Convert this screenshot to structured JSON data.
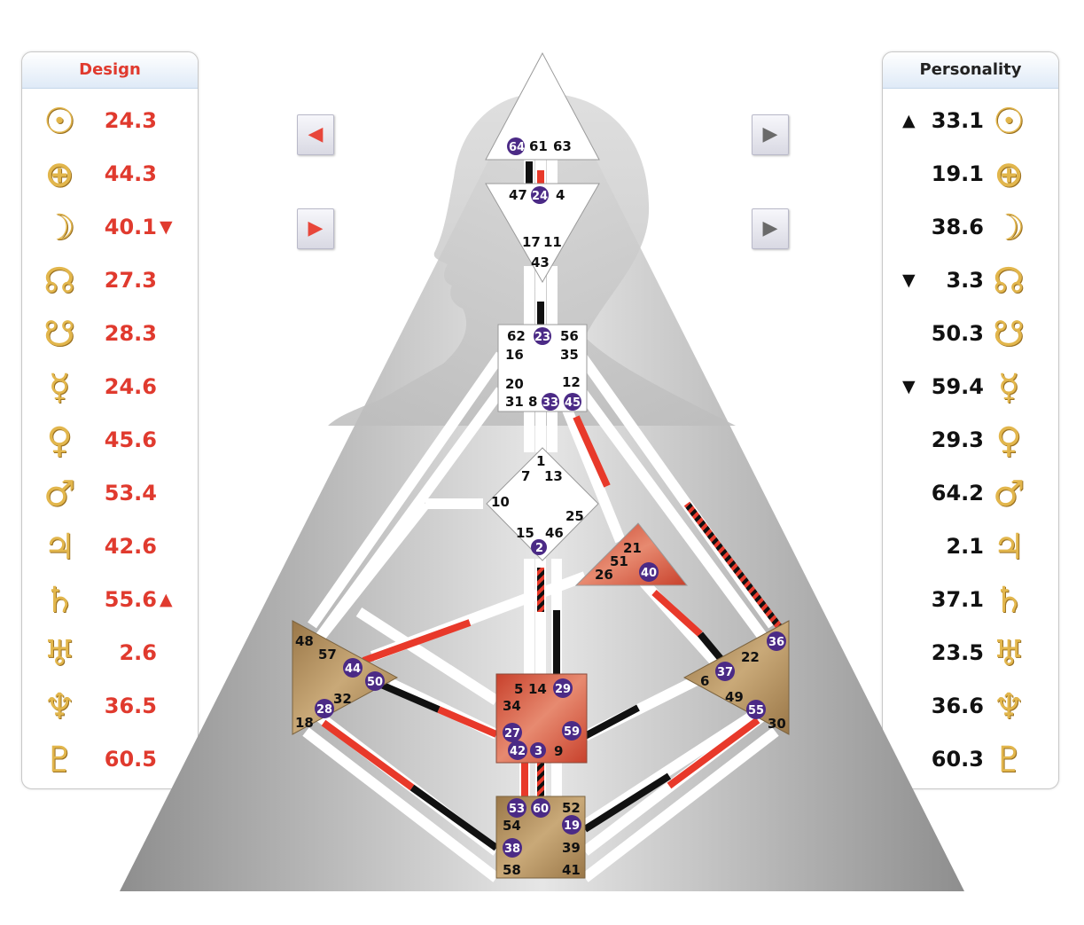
{
  "design": {
    "title": "Design",
    "rows": [
      {
        "icon": "sun-icon",
        "glyph": "☉",
        "value": "24.3",
        "arrow": ""
      },
      {
        "icon": "earth-icon",
        "glyph": "⊕",
        "value": "44.3",
        "arrow": ""
      },
      {
        "icon": "moon-icon",
        "glyph": "☽",
        "value": "40.1",
        "arrow": "▼"
      },
      {
        "icon": "north-node-icon",
        "glyph": "☊",
        "value": "27.3",
        "arrow": ""
      },
      {
        "icon": "south-node-icon",
        "glyph": "☋",
        "value": "28.3",
        "arrow": ""
      },
      {
        "icon": "mercury-icon",
        "glyph": "☿",
        "value": "24.6",
        "arrow": ""
      },
      {
        "icon": "venus-icon",
        "glyph": "♀",
        "value": "45.6",
        "arrow": ""
      },
      {
        "icon": "mars-icon",
        "glyph": "♂",
        "value": "53.4",
        "arrow": ""
      },
      {
        "icon": "jupiter-icon",
        "glyph": "♃",
        "value": "42.6",
        "arrow": ""
      },
      {
        "icon": "saturn-icon",
        "glyph": "♄",
        "value": "55.6",
        "arrow": "▲"
      },
      {
        "icon": "uranus-icon",
        "glyph": "♅",
        "value": "2.6",
        "arrow": ""
      },
      {
        "icon": "neptune-icon",
        "glyph": "♆",
        "value": "36.5",
        "arrow": ""
      },
      {
        "icon": "pluto-icon",
        "glyph": "♇",
        "value": "60.5",
        "arrow": ""
      }
    ]
  },
  "personality": {
    "title": "Personality",
    "rows": [
      {
        "icon": "sun-icon",
        "glyph": "☉",
        "value": "33.1",
        "arrow": "▲"
      },
      {
        "icon": "earth-icon",
        "glyph": "⊕",
        "value": "19.1",
        "arrow": ""
      },
      {
        "icon": "moon-icon",
        "glyph": "☽",
        "value": "38.6",
        "arrow": ""
      },
      {
        "icon": "north-node-icon",
        "glyph": "☊",
        "value": "3.3",
        "arrow": "▼"
      },
      {
        "icon": "south-node-icon",
        "glyph": "☋",
        "value": "50.3",
        "arrow": ""
      },
      {
        "icon": "mercury-icon",
        "glyph": "☿",
        "value": "59.4",
        "arrow": "▼"
      },
      {
        "icon": "venus-icon",
        "glyph": "♀",
        "value": "29.3",
        "arrow": ""
      },
      {
        "icon": "mars-icon",
        "glyph": "♂",
        "value": "64.2",
        "arrow": ""
      },
      {
        "icon": "jupiter-icon",
        "glyph": "♃",
        "value": "2.1",
        "arrow": ""
      },
      {
        "icon": "saturn-icon",
        "glyph": "♄",
        "value": "37.1",
        "arrow": ""
      },
      {
        "icon": "uranus-icon",
        "glyph": "♅",
        "value": "23.5",
        "arrow": ""
      },
      {
        "icon": "neptune-icon",
        "glyph": "♆",
        "value": "36.6",
        "arrow": ""
      },
      {
        "icon": "pluto-icon",
        "glyph": "♇",
        "value": "60.3",
        "arrow": ""
      }
    ]
  },
  "nav": {
    "design_prev": {
      "icon": "arrow-left-icon",
      "glyph": "◀",
      "color": "#e8463a"
    },
    "design_next": {
      "icon": "arrow-right-icon",
      "glyph": "▶",
      "color": "#e8463a"
    },
    "personality_prev": {
      "icon": "arrow-right-icon",
      "glyph": "▶",
      "color": "#6a6a6a"
    },
    "personality_next": {
      "icon": "arrow-right-icon",
      "glyph": "▶",
      "color": "#6a6a6a"
    }
  },
  "colors": {
    "design": "#e03a2e",
    "personality": "#111111",
    "gate_badge": "#4b2a86",
    "defined_center": "#d9553f",
    "motor_center": "#b08f5b"
  },
  "gates": {
    "head": [
      "64",
      "61",
      "63"
    ],
    "ajna": [
      "47",
      "24",
      "4",
      "17",
      "11",
      "43"
    ],
    "throat": [
      "62",
      "23",
      "56",
      "16",
      "35",
      "20",
      "12",
      "31",
      "8",
      "33",
      "45"
    ],
    "g": [
      "1",
      "7",
      "13",
      "10",
      "25",
      "15",
      "46",
      "2"
    ],
    "ego": [
      "21",
      "51",
      "26",
      "40"
    ],
    "spleen": [
      "48",
      "57",
      "44",
      "50",
      "32",
      "28",
      "18"
    ],
    "sacral": [
      "5",
      "14",
      "29",
      "34",
      "27",
      "59",
      "42",
      "3",
      "9"
    ],
    "solar_plexus": [
      "36",
      "22",
      "37",
      "6",
      "49",
      "55",
      "30"
    ],
    "root": [
      "53",
      "60",
      "52",
      "54",
      "19",
      "38",
      "39",
      "58",
      "41"
    ]
  }
}
